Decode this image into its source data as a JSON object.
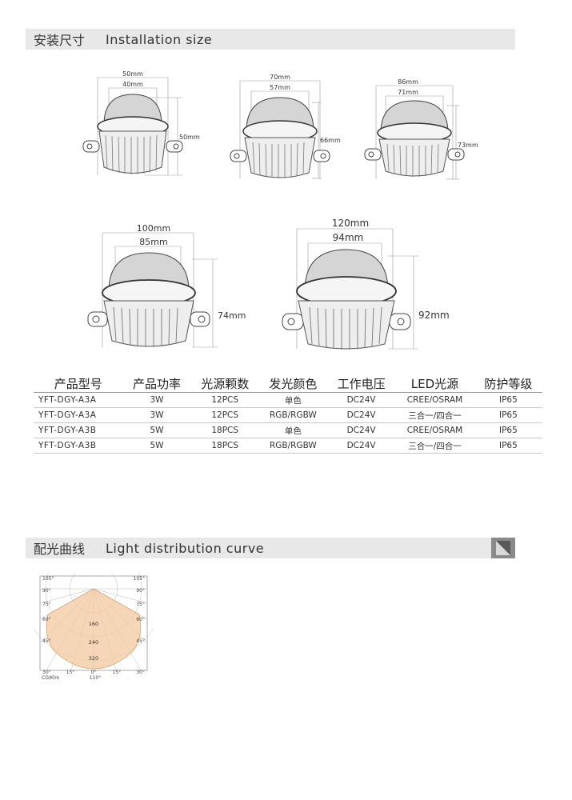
{
  "install": {
    "title_zh": "安装尺寸",
    "title_en": "Installation size"
  },
  "fixtures": [
    {
      "outer": "50mm",
      "inner": "40mm",
      "height": "50mm"
    },
    {
      "outer": "70mm",
      "inner": "57mm",
      "height": "66mm"
    },
    {
      "outer": "86mm",
      "inner": "71mm",
      "height": "73mm"
    },
    {
      "outer": "100mm",
      "inner": "85mm",
      "height": "74mm"
    },
    {
      "outer": "120mm",
      "inner": "94mm",
      "height": "92mm"
    }
  ],
  "table": {
    "headers": [
      "产品型号",
      "产品功率",
      "光源颗数",
      "发光颜色",
      "工作电压",
      "LED光源",
      "防护等级"
    ],
    "rows": [
      [
        "YFT-DGY-A3A",
        "3W",
        "12PCS",
        "单色",
        "DC24V",
        "CREE/OSRAM",
        "IP65"
      ],
      [
        "YFT-DGY-A3A",
        "3W",
        "12PCS",
        "RGB/RGBW",
        "DC24V",
        "三合一/四合一",
        "IP65"
      ],
      [
        "YFT-DGY-A3B",
        "5W",
        "18PCS",
        "单色",
        "DC24V",
        "CREE/OSRAM",
        "IP65"
      ],
      [
        "YFT-DGY-A3B",
        "5W",
        "18PCS",
        "RGB/RGBW",
        "DC24V",
        "三合一/四合一",
        "IP65"
      ]
    ]
  },
  "distribution": {
    "title_zh": "配光曲线",
    "title_en": "Light distribution curve",
    "angle_labels_left": [
      "105°",
      "90°",
      "75°",
      "60°",
      "45°",
      "30°"
    ],
    "angle_labels_right": [
      "105°",
      "90°",
      "75°",
      "60°",
      "45°",
      "30°"
    ],
    "bottom_labels": [
      "15°",
      "0°",
      "15°"
    ],
    "ring_values": [
      "160",
      "240",
      "320"
    ],
    "unit": "CD/Klm",
    "beam_angle": "110°",
    "curve_color": "#f2c9a0"
  }
}
